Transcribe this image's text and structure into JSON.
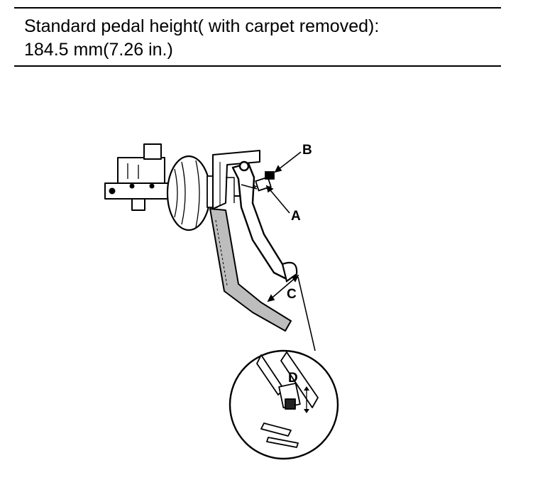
{
  "spec": {
    "line1": "Standard pedal height( with carpet removed):",
    "line2": "184.5 mm(7.26 in.)"
  },
  "callouts": {
    "a": "A",
    "b": "B",
    "c": "C",
    "d": "D"
  }
}
